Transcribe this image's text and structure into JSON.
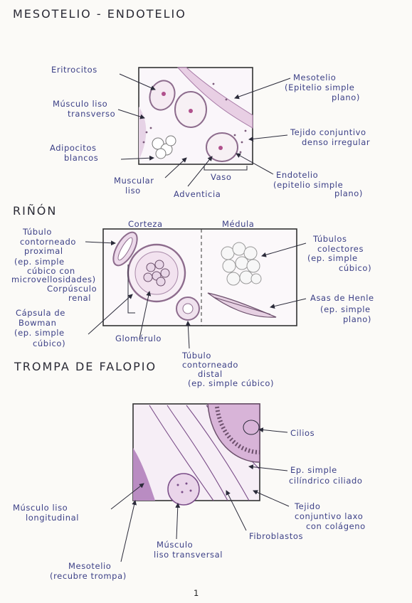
{
  "sections": {
    "s1_title": "MESOTELIO - ENDOTELIO",
    "s2_title": "RIÑÓN",
    "s3_title": "TROMPA DE FALOPIO"
  },
  "s1": {
    "eritrocitos": "Eritrocitos",
    "musculo_liso_1": "Músculo liso",
    "musculo_liso_2": "transverso",
    "adipocitos_1": "Adipocitos",
    "adipocitos_2": "blancos",
    "muscular_1": "Muscular",
    "muscular_2": "liso",
    "adventicia": "Adventicia",
    "vaso": "Vaso",
    "mesotelio_1": "Mesotelio",
    "mesotelio_2": "(Epitelio simple",
    "mesotelio_3": "plano)",
    "tejido_1": "Tejido conjuntivo",
    "tejido_2": "denso irregular",
    "endotelio_1": "Endotelio",
    "endotelio_2": "(epitelio simple",
    "endotelio_3": "plano)"
  },
  "s2": {
    "corteza": "Corteza",
    "medula": "Médula",
    "tcp_1": "Túbulo",
    "tcp_2": "contorneado",
    "tcp_3": "proximal",
    "tcp_4": "(ep. simple",
    "tcp_5": "cúbico con",
    "tcp_6": "microvellosidades)",
    "corp_1": "Corpúsculo",
    "corp_2": "renal",
    "caps_1": "Cápsula de",
    "caps_2": "Bowman",
    "caps_3": "(ep. simple",
    "caps_4": "cúbico)",
    "glomerulo": "Glomérulo",
    "tcd_1": "Túbulo",
    "tcd_2": "contorneado",
    "tcd_3": "distal",
    "tcd_4": "(ep. simple cúbico)",
    "col_1": "Túbulos",
    "col_2": "colectores",
    "col_3": "(ep. simple",
    "col_4": "cúbico)",
    "asas_1": "Asas de Henle",
    "asas_2": "(ep. simple",
    "asas_3": "plano)"
  },
  "s3": {
    "cilios": "Cilios",
    "ep_1": "Ep. simple",
    "ep_2": "cilíndrico ciliado",
    "tej_1": "Tejido",
    "tej_2": "conjuntivo laxo",
    "tej_3": "con colágeno",
    "fibro": "Fibroblastos",
    "ml_long_1": "Músculo liso",
    "ml_long_2": "longitudinal",
    "ml_trans_1": "Músculo",
    "ml_trans_2": "liso transversal",
    "meso_1": "Mesotelio",
    "meso_2": "(recubre trompa)"
  },
  "page_number": "1"
}
